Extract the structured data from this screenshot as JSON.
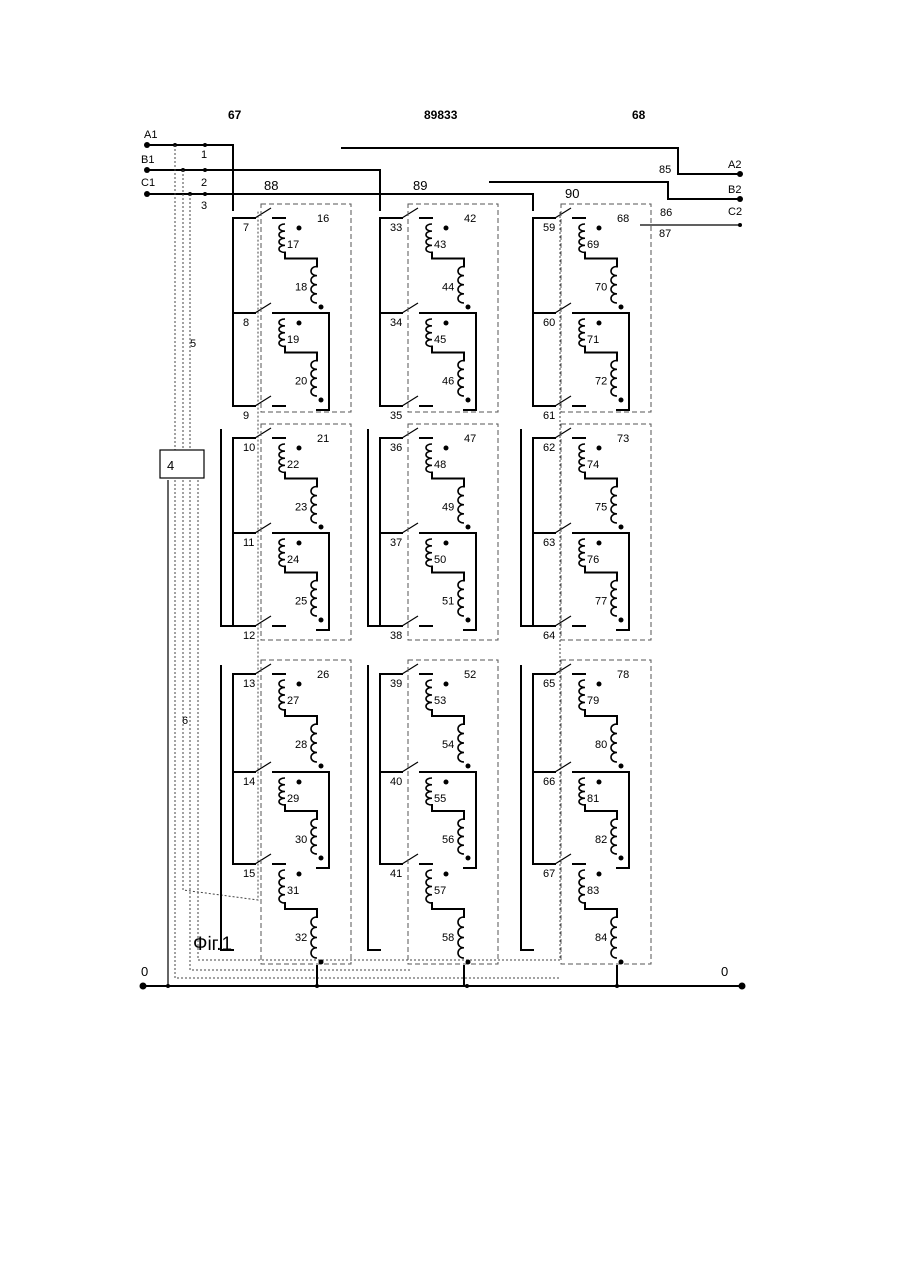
{
  "header": {
    "left": "67",
    "center": "89833",
    "right": "68"
  },
  "figure_caption": "Фіг.1",
  "terminals": {
    "inputs": [
      "A1",
      "B1",
      "C1"
    ],
    "outputs": [
      "A2",
      "B2",
      "C2"
    ],
    "neutral_left": "0",
    "neutral_right": "0"
  },
  "control_block": "4",
  "ref_numbers": {
    "phase_taps": [
      "1",
      "2",
      "3"
    ],
    "control_lines": [
      "5",
      "6"
    ],
    "switch_groups": [
      "88",
      "89",
      "90"
    ],
    "output_taps": [
      "85",
      "86",
      "87"
    ]
  },
  "columns": [
    {
      "group": "88",
      "sections": [
        {
          "box": "16",
          "switches": [
            "7",
            "8",
            "9"
          ],
          "coils": [
            "17",
            "18",
            "19",
            "20"
          ]
        },
        {
          "box": "21",
          "switches": [
            "10",
            "11",
            "12"
          ],
          "coils": [
            "22",
            "23",
            "24",
            "25"
          ]
        },
        {
          "box": "26",
          "switches": [
            "13",
            "14",
            "15"
          ],
          "coils": [
            "27",
            "28",
            "29",
            "30",
            "31",
            "32"
          ]
        }
      ]
    },
    {
      "group": "89",
      "sections": [
        {
          "box": "42",
          "switches": [
            "33",
            "34",
            "35"
          ],
          "coils": [
            "43",
            "44",
            "45",
            "46"
          ]
        },
        {
          "box": "47",
          "switches": [
            "36",
            "37",
            "38"
          ],
          "coils": [
            "48",
            "49",
            "50",
            "51"
          ]
        },
        {
          "box": "52",
          "switches": [
            "39",
            "40",
            "41"
          ],
          "coils": [
            "53",
            "54",
            "55",
            "56",
            "57",
            "58"
          ]
        }
      ]
    },
    {
      "group": "90",
      "sections": [
        {
          "box": "68",
          "switches": [
            "59",
            "60",
            "61"
          ],
          "coils": [
            "69",
            "70",
            "71",
            "72"
          ]
        },
        {
          "box": "73",
          "switches": [
            "62",
            "63",
            "64"
          ],
          "coils": [
            "74",
            "75",
            "76",
            "77"
          ]
        },
        {
          "box": "78",
          "switches": [
            "65",
            "66",
            "67"
          ],
          "coils": [
            "79",
            "80",
            "81",
            "82",
            "83",
            "84"
          ]
        }
      ]
    }
  ]
}
